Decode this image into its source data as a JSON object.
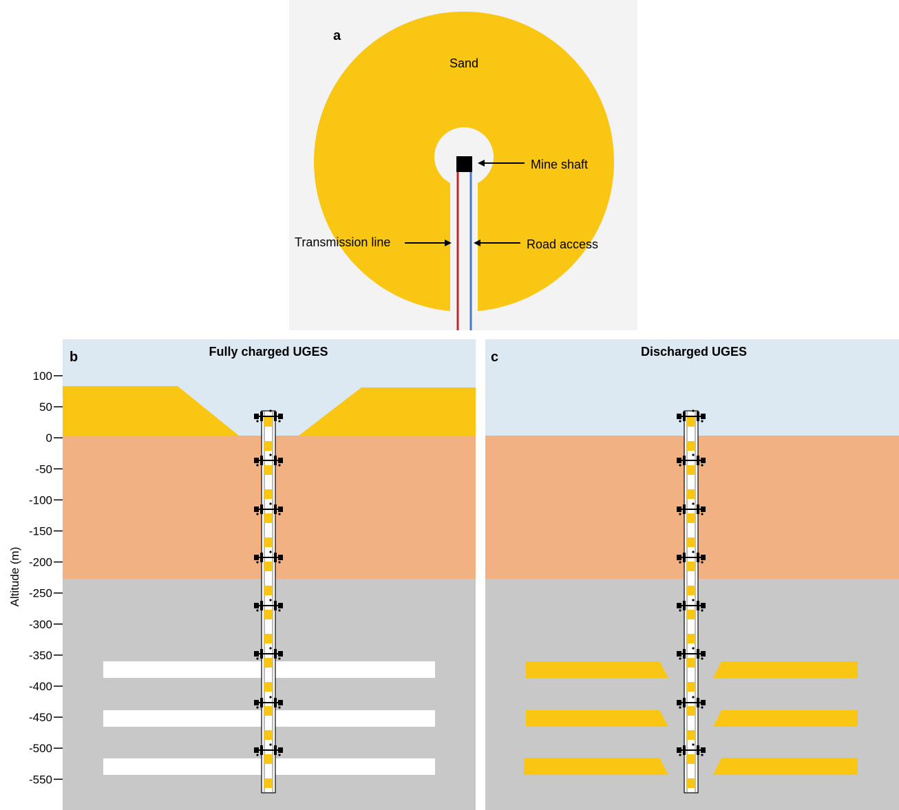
{
  "colors": {
    "sand": "#f9c613",
    "sky": "#dce9f2",
    "rock_upper": "#f2b183",
    "rock_lower": "#c8c8c8",
    "panel_a_bg": "#f3f3f3",
    "transmission": "#c0272d",
    "road": "#4a7ac0",
    "ink": "#000000"
  },
  "panel_a": {
    "label": "a",
    "sand_label": "Sand",
    "mine_shaft_label": "Mine shaft",
    "transmission_label": "Transmission line",
    "road_label": "Road access"
  },
  "panel_b": {
    "label": "b",
    "title": "Fully charged UGES"
  },
  "panel_c": {
    "label": "c",
    "title": "Discharged UGES"
  },
  "axis": {
    "label": "Altitude (m)",
    "ticks": [
      "100",
      "50",
      "0",
      "-50",
      "-100",
      "-150",
      "-200",
      "-250",
      "-300",
      "-350",
      "-400",
      "-450",
      "-500",
      "-550"
    ]
  },
  "icons": {
    "arrow": "arrow-left-icon",
    "winch": "winch-icon",
    "sand_container": "sand-container-icon"
  }
}
